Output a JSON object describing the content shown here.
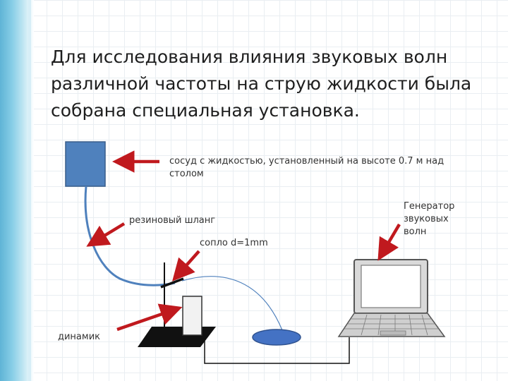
{
  "slide": {
    "title": "Для исследования влияния звуковых волн различной частоты на струю жидкости была собрана специальная установка."
  },
  "labels": {
    "vessel": "сосуд с жидкостью, установленный на высоте 0.7 м над столом",
    "hose": "резиновый шланг",
    "nozzle": "сопло d=1mm",
    "speaker": "динамик",
    "generator": "Генератор звуковых волн"
  },
  "colors": {
    "vessel_fill": "#4f81bd",
    "arrow": "#c0191e",
    "hose": "#4f81bd",
    "puddle_fill": "#4472c4"
  }
}
